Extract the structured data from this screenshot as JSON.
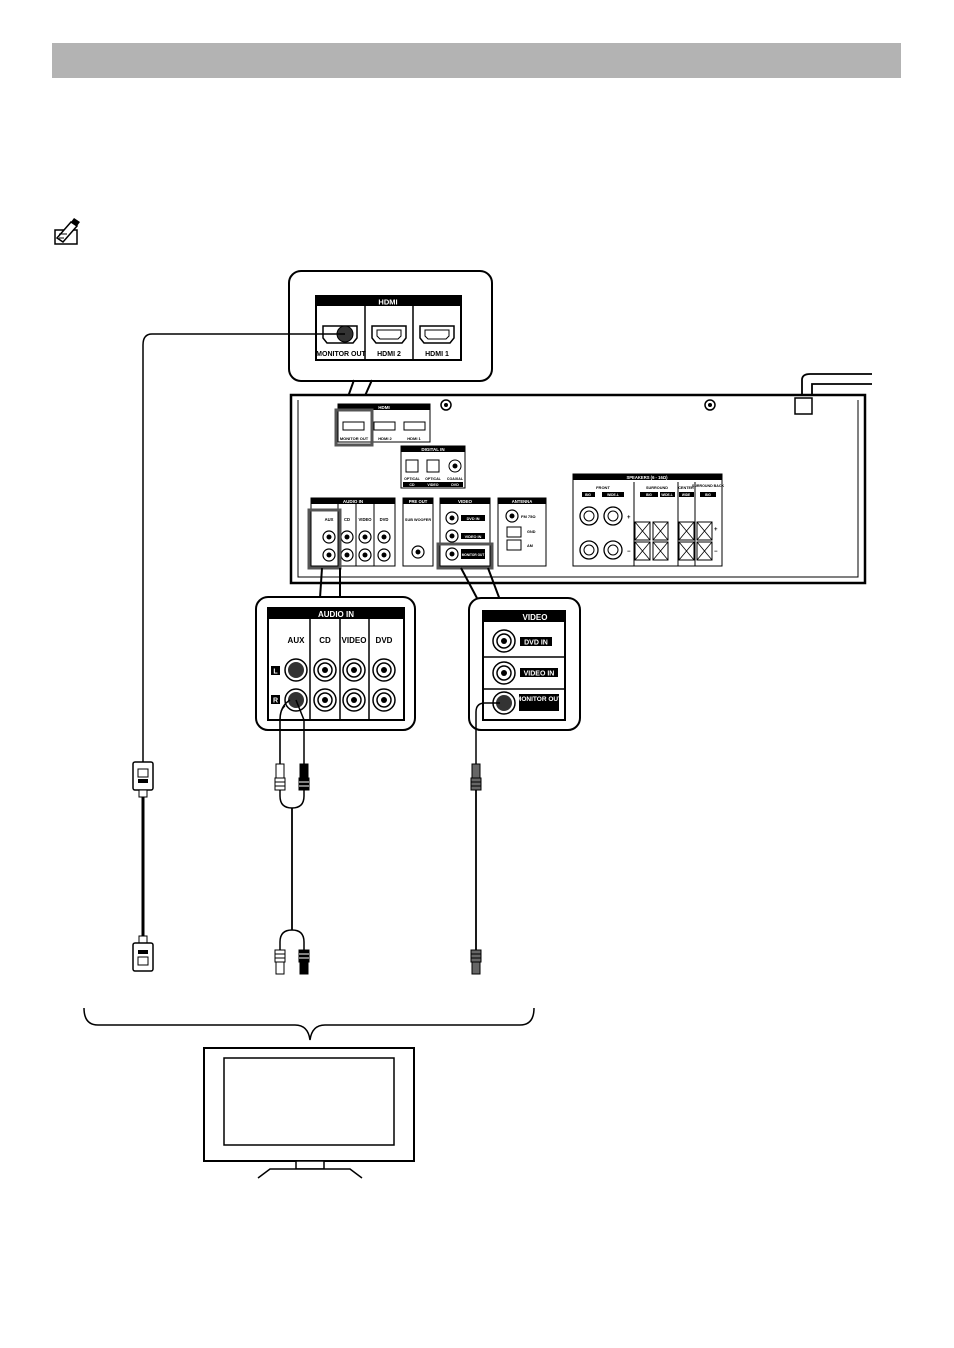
{
  "header": {
    "title": ""
  },
  "colors": {
    "header_bar": "#b3b3b3",
    "ink": "#000000",
    "panel_fill": "#ffffff"
  },
  "icons": {
    "note": "pencil-note-icon"
  },
  "hdmi_zoom": {
    "title": "HDMI",
    "ports": [
      "MONITOR OUT",
      "HDMI 2",
      "HDMI 1"
    ]
  },
  "rear_panel": {
    "hdmi_title": "HDMI",
    "hdmi_ports": [
      "MONITOR OUT",
      "HDMI 2",
      "HDMI 1"
    ],
    "digital_in_title": "DIGITAL IN",
    "digital_in_ports": [
      "OPTICAL",
      "OPTICAL",
      "COAXIAL"
    ],
    "digital_in_sources": [
      "CD",
      "VIDEO",
      "DVD"
    ],
    "audio_in_title": "AUDIO IN",
    "audio_in_cols": [
      "AUX",
      "CD",
      "VIDEO",
      "DVD"
    ],
    "pre_out_title": "PRE OUT",
    "pre_out_sub": "SUB WOOFER",
    "video_title": "VIDEO",
    "video_ports": [
      "DVD IN",
      "VIDEO IN",
      "MONITOR OUT"
    ],
    "antenna_title": "ANTENNA",
    "antenna_fm": "FM 75Ω",
    "antenna_gnd": "GND",
    "antenna_am": "AM",
    "speakers_title": "SPEAKERS (6 - 16Ω)",
    "front_label": "FRONT",
    "front_sub": [
      "BIG",
      "WIDE-L"
    ],
    "surround_label": "SURROUND",
    "surround_sub": [
      "BIG",
      "WIDE-L"
    ],
    "center_label": "CENTER",
    "center_sub": "WIDE",
    "surround_back_label": "SURROUND BACK",
    "surround_back_sub": "BIG",
    "plus": "+",
    "minus": "−"
  },
  "audio_zoom": {
    "title": "AUDIO IN",
    "cols": [
      "AUX",
      "CD",
      "VIDEO",
      "DVD"
    ],
    "rows": [
      "L",
      "R"
    ]
  },
  "video_zoom": {
    "title": "VIDEO",
    "ports": [
      "DVD IN",
      "VIDEO IN",
      "MONITOR OUT"
    ]
  }
}
